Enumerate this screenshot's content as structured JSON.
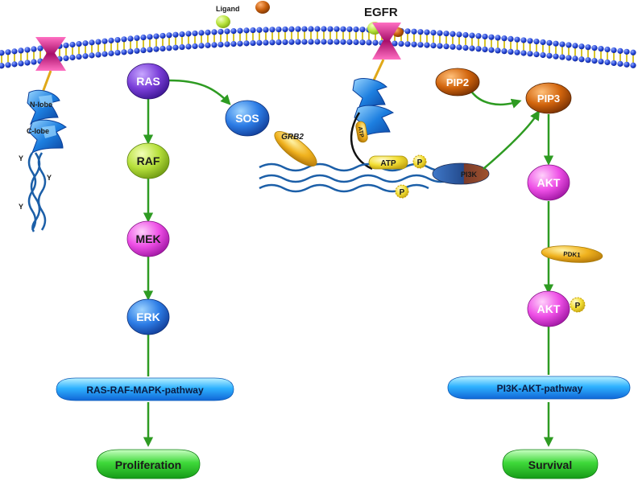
{
  "labels": {
    "ligand": "Ligand",
    "egfr": "EGFR",
    "n_lobe": "N-lobe",
    "c_lobe": "C-lobe",
    "gamma": "Y",
    "atp_vertical": "ATP",
    "atp": "ATP",
    "p": "P",
    "grb2": "GRB2",
    "pi3k": "PI3K",
    "pdk1": "PDK1"
  },
  "nodes": {
    "ras": "RAS",
    "sos": "SOS",
    "raf": "RAF",
    "mek": "MEK",
    "erk": "ERK",
    "pip2": "PIP2",
    "pip3": "PIP3",
    "akt": "AKT",
    "akt_p": "AKT"
  },
  "pathways": {
    "mapk": "RAS-RAF-MAPK-pathway",
    "pi3k_akt": "PI3K-AKT-pathway"
  },
  "outcomes": {
    "proliferation": "Proliferation",
    "survival": "Survival"
  },
  "colors": {
    "arrow": "#2e9b22",
    "membrane_head": "#1f3fd0",
    "membrane_tail": "#d7c42a",
    "receptor": "#b0126e",
    "kinase": "#1d7fe0"
  }
}
